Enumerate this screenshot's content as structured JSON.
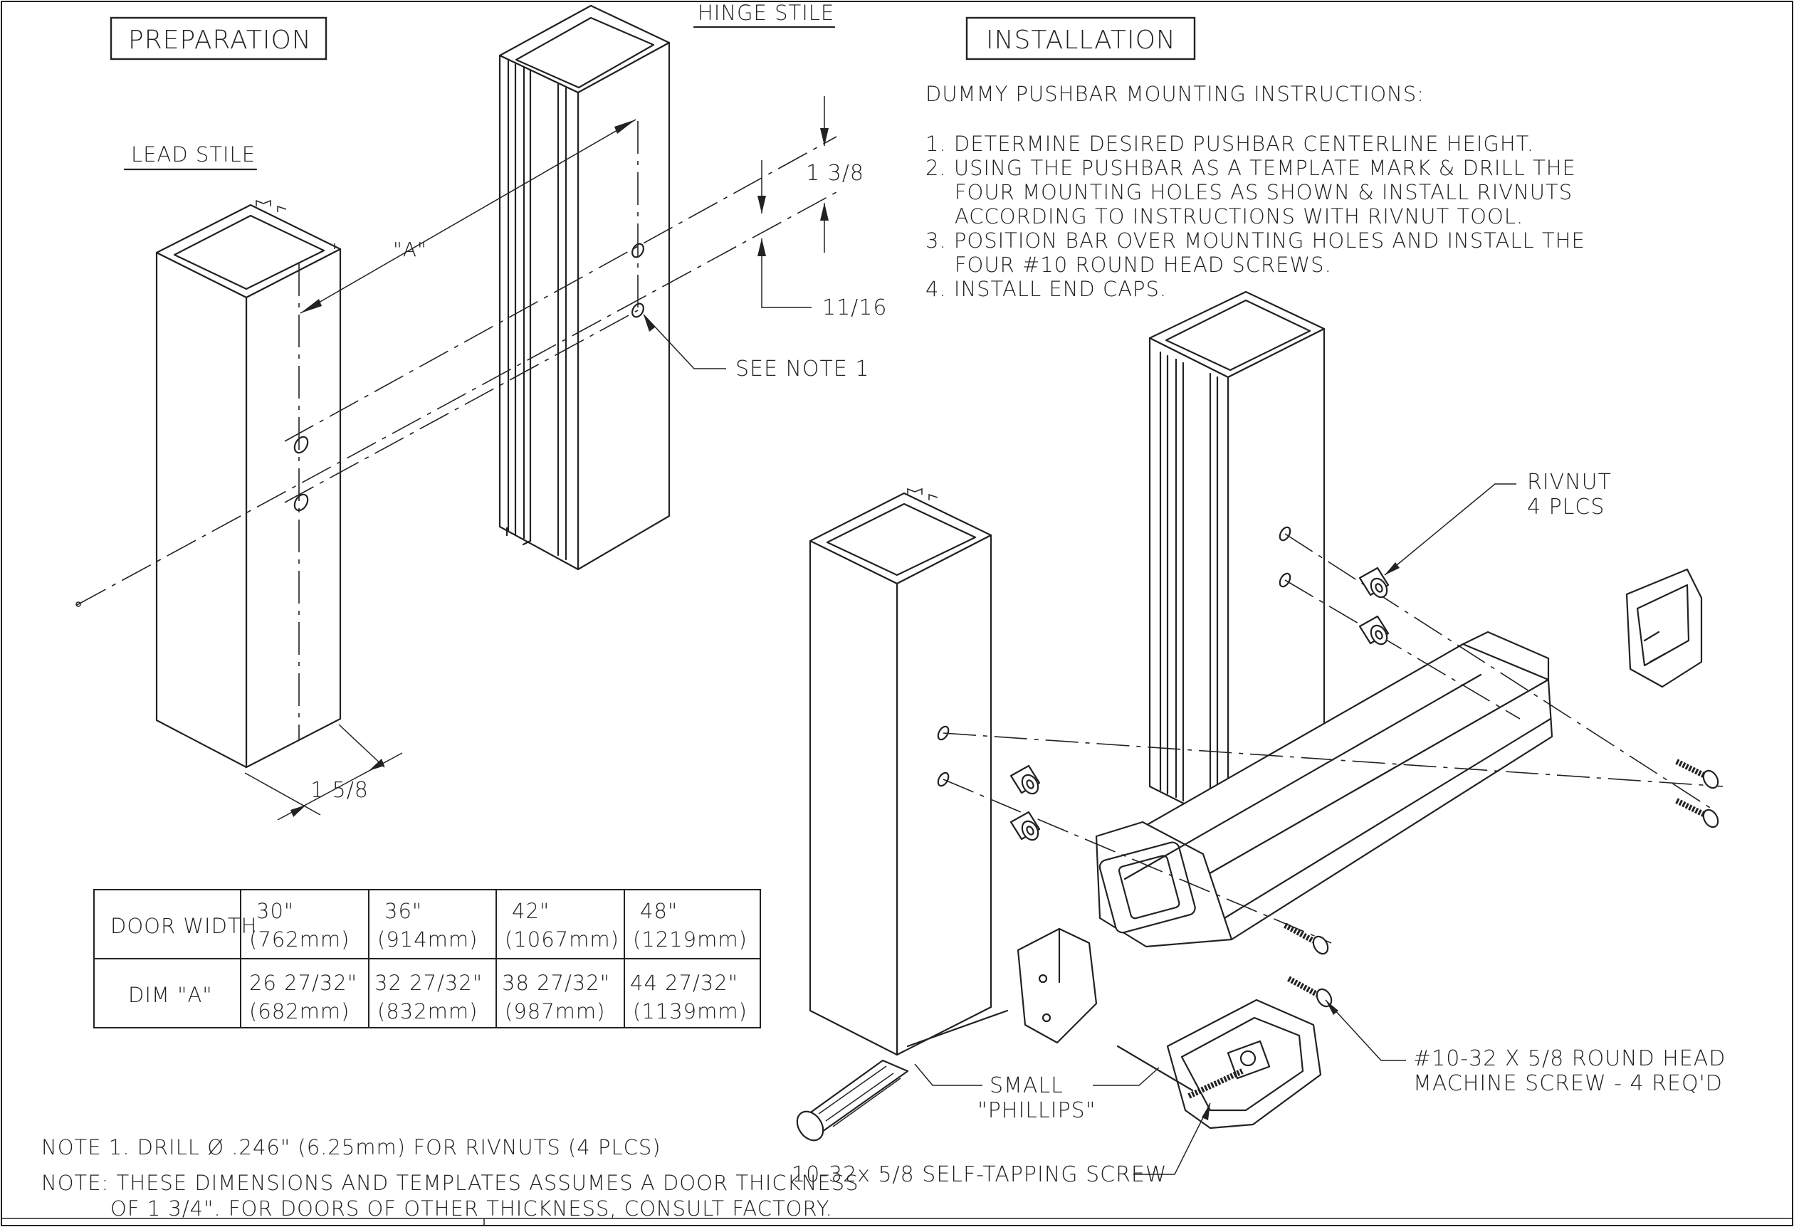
{
  "preparation": {
    "heading": "PREPARATION",
    "hinge_stile": "HINGE STILE",
    "lead_stile": "LEAD STILE",
    "dim_a": "\"A\"",
    "dim_1_3_8": "1 3/8",
    "dim_11_16": "11/16",
    "dim_1_5_8": "1 5/8",
    "see_note": "SEE NOTE 1"
  },
  "installation": {
    "heading": "INSTALLATION",
    "subtitle": "DUMMY PUSHBAR MOUNTING INSTRUCTIONS:",
    "steps": [
      "1. DETERMINE DESIRED PUSHBAR CENTERLINE HEIGHT.",
      "2. USING THE PUSHBAR AS A TEMPLATE MARK & DRILL THE",
      "    FOUR MOUNTING HOLES AS SHOWN & INSTALL RIVNUTS",
      "    ACCORDING TO INSTRUCTIONS WITH RIVNUT TOOL.",
      "3. POSITION BAR OVER MOUNTING HOLES AND INSTALL THE",
      "    FOUR #10 ROUND HEAD SCREWS.",
      "4. INSTALL END CAPS."
    ]
  },
  "callouts": {
    "rivnut_line1": "RIVNUT",
    "rivnut_line2": "4 PLCS",
    "screw_line1": "#10-32 X 5/8 ROUND HEAD",
    "screw_line2": "MACHINE SCREW - 4 REQ'D",
    "phillips_line1": "SMALL",
    "phillips_line2": "\"PHILLIPS\"",
    "self_tapping": "10-32x 5/8 SELF-TAPPING SCREW"
  },
  "table": {
    "row1_header": "DOOR WIDTH",
    "row2_header": "DIM \"A\"",
    "widths": [
      {
        "in": "30\"",
        "mm": "(762mm)"
      },
      {
        "in": "36\"",
        "mm": "(914mm)"
      },
      {
        "in": "42\"",
        "mm": "(1067mm)"
      },
      {
        "in": "48\"",
        "mm": "(1219mm)"
      }
    ],
    "dims": [
      {
        "in": "26 27/32\"",
        "mm": "(682mm)"
      },
      {
        "in": "32 27/32\"",
        "mm": "(832mm)"
      },
      {
        "in": "38 27/32\"",
        "mm": "(987mm)"
      },
      {
        "in": "44 27/32\"",
        "mm": "(1139mm)"
      }
    ]
  },
  "notes": {
    "note1": "NOTE 1. DRILL Ø .246\" (6.25mm) FOR RIVNUTS (4 PLCS)",
    "note2_line1": "NOTE: THESE DIMENSIONS AND TEMPLATES ASSUMES A DOOR THICKNESS",
    "note2_line2": "OF 1 3/4\". FOR DOORS OF OTHER THICKNESS, CONSULT FACTORY."
  }
}
